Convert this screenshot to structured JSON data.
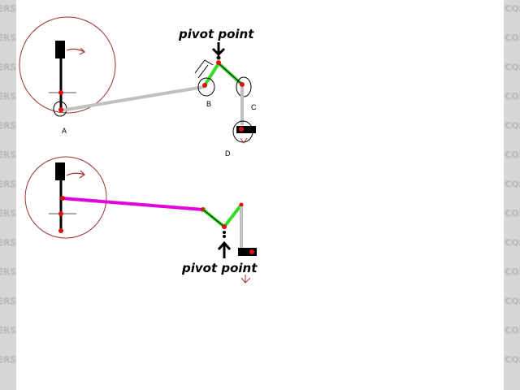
{
  "watermark": {
    "left_text": "DERS.",
    "right_text": "COST"
  },
  "diagram_top": {
    "pivot_label": "pivot point",
    "label_a": "A",
    "label_b": "B",
    "label_c": "C",
    "label_d": "D"
  },
  "diagram_bottom": {
    "pivot_label": "pivot point"
  },
  "colors": {
    "rod_top": "#c0c0c0",
    "rod_bottom": "#e000e0",
    "bellcrank": "#33dd22",
    "pivot_dot": "#dd1111",
    "circle": "#a03030",
    "arrow": "#a03030"
  },
  "icons": {
    "watermark": "site-logo-watermark",
    "rotation_arrow": "curved-arrow-icon",
    "pivot_arrow": "bold-arrow-icon"
  }
}
